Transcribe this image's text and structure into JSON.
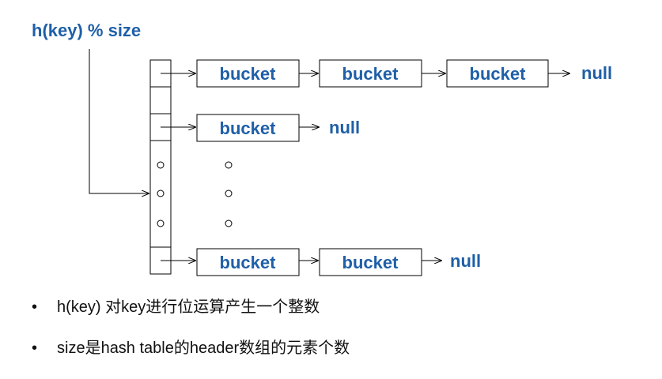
{
  "formula": "h(key) % size",
  "buckets": {
    "label": "bucket",
    "null_label": "null"
  },
  "notes": [
    {
      "bullet": "•",
      "text": "h(key) 对key进行位运算产生一个整数"
    },
    {
      "bullet": "•",
      "text": "size是hash table的header数组的元素个数"
    }
  ],
  "colors": {
    "label_blue": "#1f5fa8",
    "line": "#000000"
  }
}
